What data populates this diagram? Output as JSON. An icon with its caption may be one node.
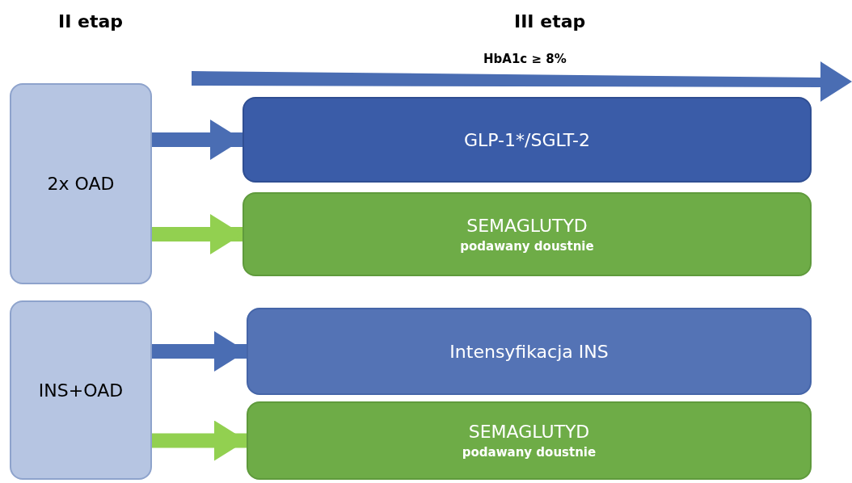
{
  "diagram": {
    "nodes": [
      {
        "text": [
          "2x OAD"
        ]
      },
      {
        "text": [
          "GLP-1*/SGLT-2"
        ]
      },
      {
        "text": [
          "SEMAGLUTYD",
          "podawany doustnie"
        ]
      },
      {
        "text": [
          "INS+OAD"
        ]
      },
      {
        "text": [
          "Intensyfikacja INS"
        ]
      },
      {
        "text": [
          "SEMAGLUTYD",
          "podawany doustnie"
        ]
      }
    ],
    "edges": [
      {
        "from": 0,
        "to": 1,
        "arrow": "to",
        "color": "#4a6db3"
      },
      {
        "from": 0,
        "to": 2,
        "arrow": "to",
        "color": "#92d050"
      },
      {
        "from": 3,
        "to": 4,
        "arrow": "to",
        "color": "#4a6db3"
      },
      {
        "from": 3,
        "to": 5,
        "arrow": "to",
        "color": "#92d050"
      }
    ],
    "labels": [
      "II etap",
      "III etap",
      "HbA1c ≥ 8%"
    ]
  }
}
